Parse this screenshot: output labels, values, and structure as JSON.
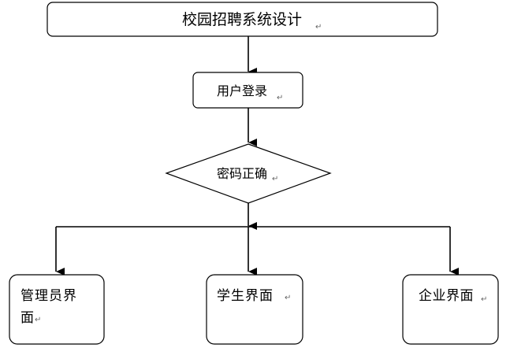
{
  "diagram": {
    "title": "校园招聘系统设计",
    "nodes": {
      "login": "用户登录",
      "password_check": "密码正确",
      "admin_line1": "管理员界",
      "admin_line2": "面",
      "student": "学生界面",
      "company": "企业界面"
    },
    "paragraph_mark": "↵",
    "colors": {
      "stroke": "#000000",
      "text": "#000000",
      "background": "#ffffff"
    }
  }
}
